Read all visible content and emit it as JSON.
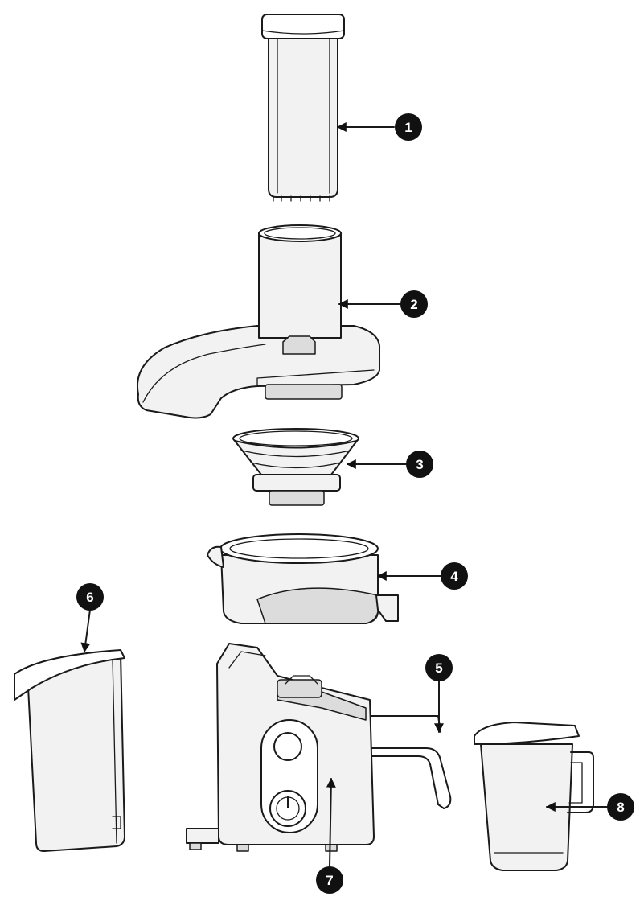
{
  "callouts": [
    {
      "id": 1,
      "text": "1"
    },
    {
      "id": 2,
      "text": "2"
    },
    {
      "id": 3,
      "text": "3"
    },
    {
      "id": 4,
      "text": "4"
    },
    {
      "id": 5,
      "text": "5"
    },
    {
      "id": 6,
      "text": "6"
    },
    {
      "id": 7,
      "text": "7"
    },
    {
      "id": 8,
      "text": "8"
    }
  ],
  "colors": {
    "line": "#1a1a1a",
    "fill": "#f2f2f2",
    "badge": "#111111"
  }
}
